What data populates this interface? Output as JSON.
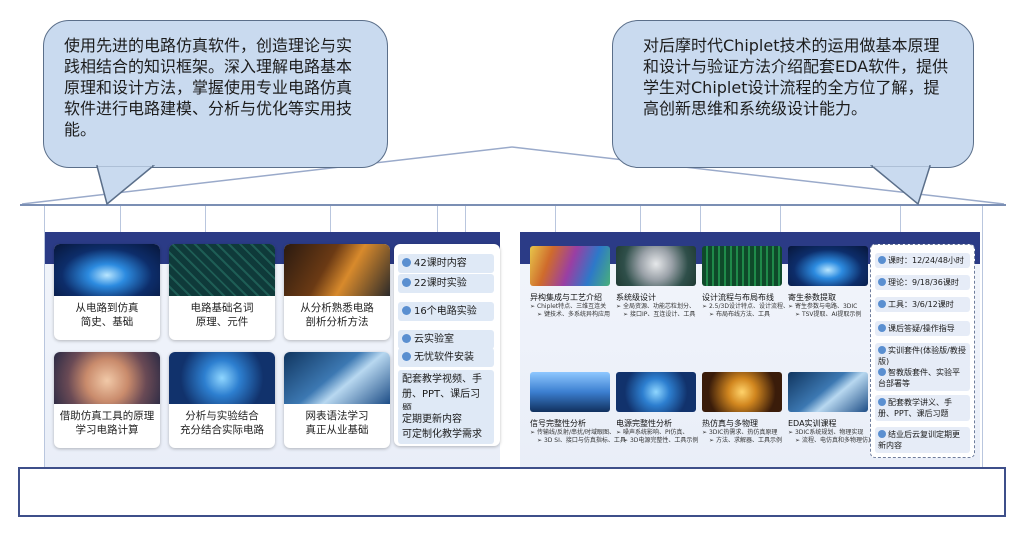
{
  "bubbles": {
    "left": "使用先进的电路仿真软件，创造理论与实践相结合的知识框架。深入理解电路基本原理和设计方法，掌握使用专业电路仿真软件进行电路建模、分析与优化等实用技能。",
    "right": "对后摩时代Chiplet技术的运用做基本原理和设计与验证方法介绍配套EDA软件，提供学生对Chiplet设计流程的全方位了解，提高创新思维和系统级设计能力。"
  },
  "left_panel": {
    "cards": [
      {
        "line1": "从电路到仿真",
        "line2": "简史、基础",
        "image": "blue-ring-image"
      },
      {
        "line1": "电路基础名词",
        "line2": "原理、元件",
        "image": "circuit-board-image"
      },
      {
        "line1": "从分析熟悉电路",
        "line2": "剖析分析方法",
        "image": "chart-image"
      },
      {
        "line1": "借助仿真工具的原理",
        "line2": "学习电路计算",
        "image": "brain-image"
      },
      {
        "line1": "分析与实验结合",
        "line2": "充分结合实际电路",
        "image": "chip-image"
      },
      {
        "line1": "网表语法学习",
        "line2": "真正从业基础",
        "image": "hand-image"
      }
    ],
    "list": {
      "item1": "42课时内容",
      "item2": "22课时实验",
      "item3": "16个电路实验",
      "item4": "云实验室",
      "item5": "无忧软件安装",
      "item6": "配套教学视频、手册、PPT、课后习题",
      "item7": "定期更新内容",
      "item8": "可定制化教学需求"
    }
  },
  "right_panel": {
    "cards": [
      {
        "title": "异构集成与工艺介绍",
        "s1": "Chiplet特点、三维互连关",
        "s2": "键技术、多系统异构应用",
        "image": "rainbow-chip-image"
      },
      {
        "title": "系统级设计",
        "s1": "全局资源、功能芯粒划分、",
        "s2": "接口IP、互连设计、工具",
        "image": "silver-chip-image"
      },
      {
        "title": "设计流程与布局布线",
        "s1": "2.5/3D设计特点、设计流程、",
        "s2": "布局布线方法、工具",
        "image": "green-board-image"
      },
      {
        "title": "寄生参数提取",
        "s1": "寄生参数与电路、3DIC",
        "s2": "TSV提取、AI提取示例",
        "image": "blue-ring-image"
      },
      {
        "title": "信号完整性分析",
        "s1": "传输线/反射/串扰/时域眼图、",
        "s2": "3D SI、接口与仿真指标、工具",
        "image": "wave-image"
      },
      {
        "title": "电源完整性分析",
        "s1": "噪声系统影响、PI仿真、",
        "s2": "3D电源完整性、工具示例",
        "image": "blue-chip-image"
      },
      {
        "title": "热仿真与多物理",
        "s1": "3DIC热需求、热仿真原理",
        "s2": "方法、求解器、工具示例",
        "image": "gold-chip-image"
      },
      {
        "title": "EDA实训课程",
        "s1": "3DIC系统规划、物理实现",
        "s2": "流程、电仿真和多物理仿真",
        "image": "dark-chip-image"
      }
    ],
    "list": {
      "item1": "课时：12/24/48小时",
      "item2": "理论：9/18/36课时",
      "item3": "工具：3/6/12课时",
      "item4": "课后答疑/操作指导",
      "item5": "实训套件(体验版/教授版)",
      "item6": "智教版套件、实验平台部署等",
      "item7": "配套教学讲义、手册、PPT、课后习题",
      "item8": "结业后云复训定期更新内容"
    }
  },
  "colors": {
    "bubble": "#c9daef",
    "band": "#2b3b86",
    "frame": "#3e4f8a"
  }
}
